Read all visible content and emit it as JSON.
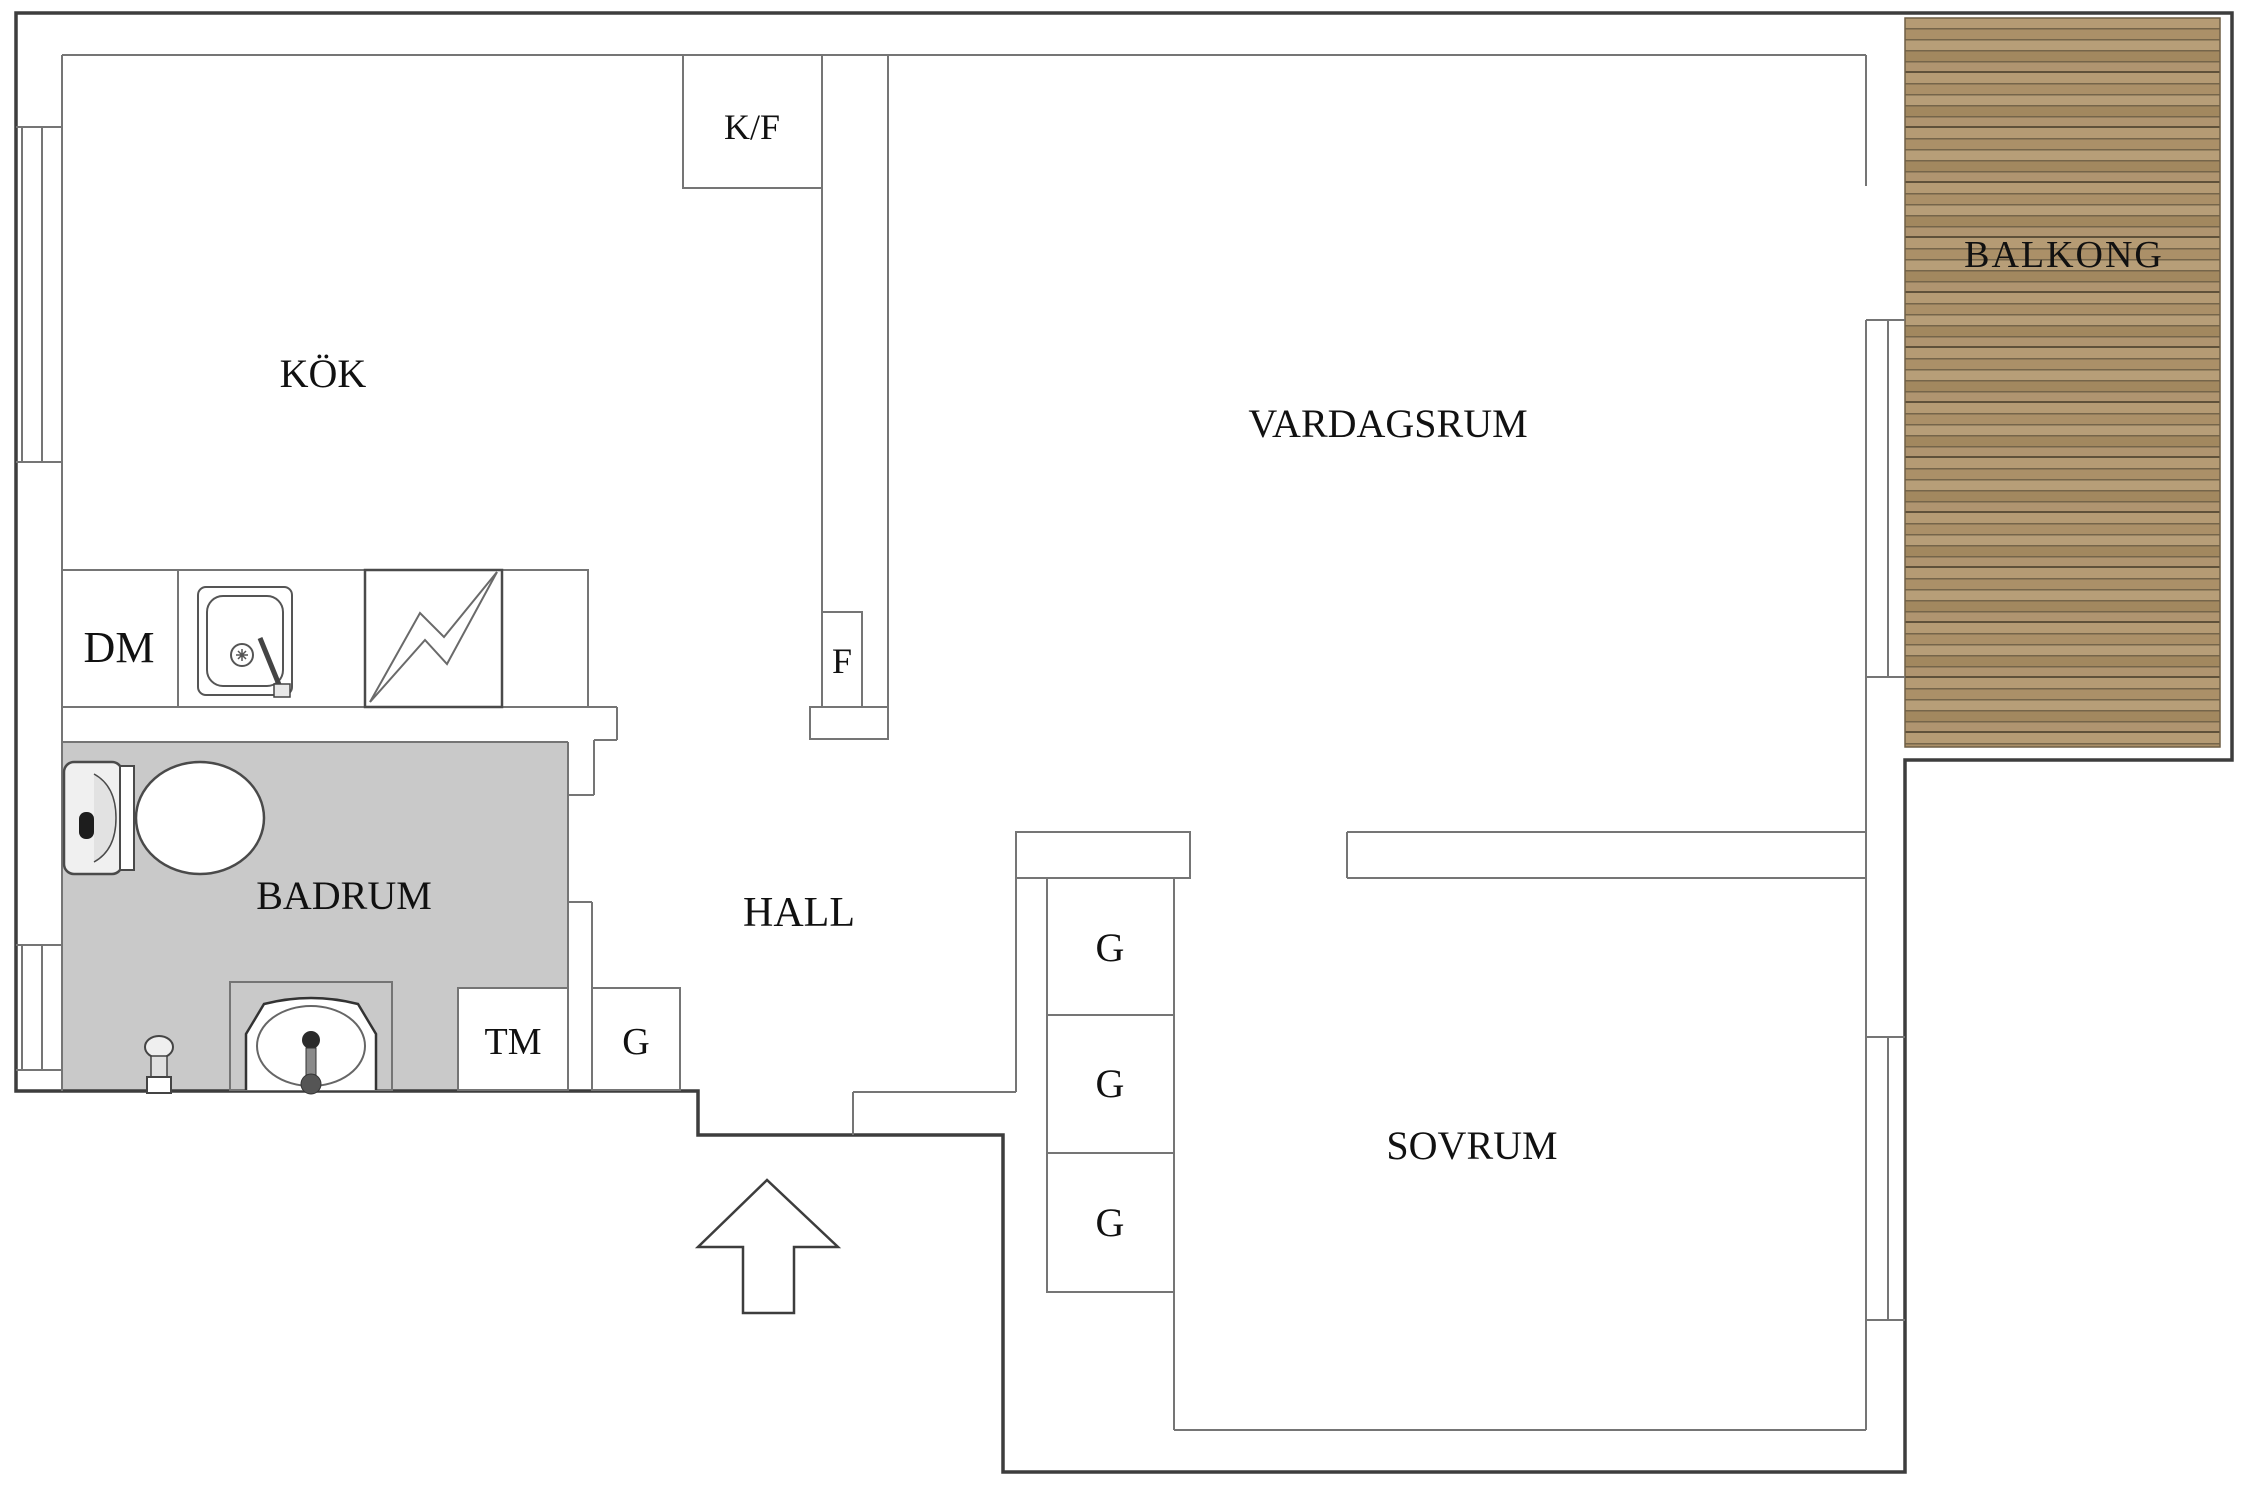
{
  "rooms": {
    "kitchen": "KÖK",
    "living_room": "VARDAGSRUM",
    "balcony": "BALKONG",
    "bathroom": "BADRUM",
    "hall": "HALL",
    "bedroom": "SOVRUM"
  },
  "labels": {
    "fridge_freezer": "K/F",
    "dishwasher": "DM",
    "freezer": "F",
    "washing_machine": "TM",
    "hall_wardrobe": "G"
  },
  "wardrobes": [
    "G",
    "G",
    "G"
  ],
  "colors": {
    "floor": "#ffffff",
    "bathroom_floor": "#c9c9c9",
    "wall_outer": "#3d3d3d",
    "wall_inner": "#757575",
    "balcony_wood_base": "#b29871",
    "balcony_wood_dark": "#6f5f45",
    "label_text": "#111111"
  }
}
